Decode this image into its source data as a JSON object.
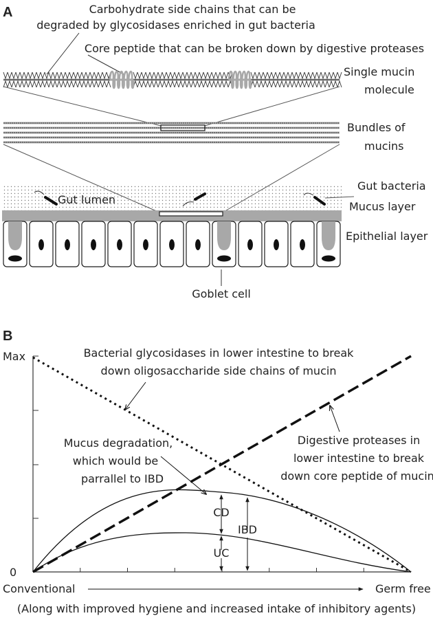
{
  "panel_a": {
    "label": "A",
    "carbohydrate_line1": "Carbohydrate side chains that can be",
    "carbohydrate_line2": "degraded by glycosidases enriched in gut bacteria",
    "core_peptide": "Core peptide that can be broken down by digestive proteases",
    "single_mucin_line1": "Single mucin",
    "single_mucin_line2": "molecule",
    "bundles_line1": "Bundles of",
    "bundles_line2": "mucins",
    "gut_bacteria": "Gut bacteria",
    "gut_lumen": "Gut lumen",
    "mucus_layer": "Mucus layer",
    "epithelial_layer": "Epithelial layer",
    "goblet_cell": "Goblet cell"
  },
  "panel_b": {
    "label": "B",
    "y_max": "Max",
    "y_zero": "0",
    "glyco_line1": "Bacterial glycosidases in lower intestine to break",
    "glyco_line2": "down oligosaccharide side chains of mucin",
    "mucus_deg_line1": "Mucus degradation,",
    "mucus_deg_line2": "which would be",
    "mucus_deg_line3": "parrallel to IBD",
    "protease_line1": "Digestive proteases in",
    "protease_line2": "lower intestine to break",
    "protease_line3": "down core peptide of mucin",
    "cd": "CD",
    "uc": "UC",
    "ibd": "IBD",
    "x_left": "Conventional",
    "x_right": "Germ free",
    "footnote": "(Along with improved hygiene and increased intake of inhibitory agents)"
  },
  "colors": {
    "mucus_gray": "#a8a8a8",
    "line_dark": "#1a1a1a",
    "nucleus": "#111111"
  }
}
